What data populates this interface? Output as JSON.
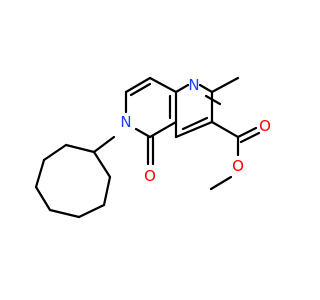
{
  "molecule": {
    "atoms": [
      {
        "id": "N1",
        "label": "N",
        "color": "#1f3fff"
      },
      {
        "id": "N6",
        "label": "N",
        "color": "#1f3fff"
      },
      {
        "id": "O5",
        "label": "O",
        "color": "#ff0000"
      },
      {
        "id": "O_carbonyl",
        "label": "O",
        "color": "#ff0000"
      },
      {
        "id": "O_ester",
        "label": "O",
        "color": "#ff0000"
      }
    ],
    "bond_color": "#000000"
  }
}
